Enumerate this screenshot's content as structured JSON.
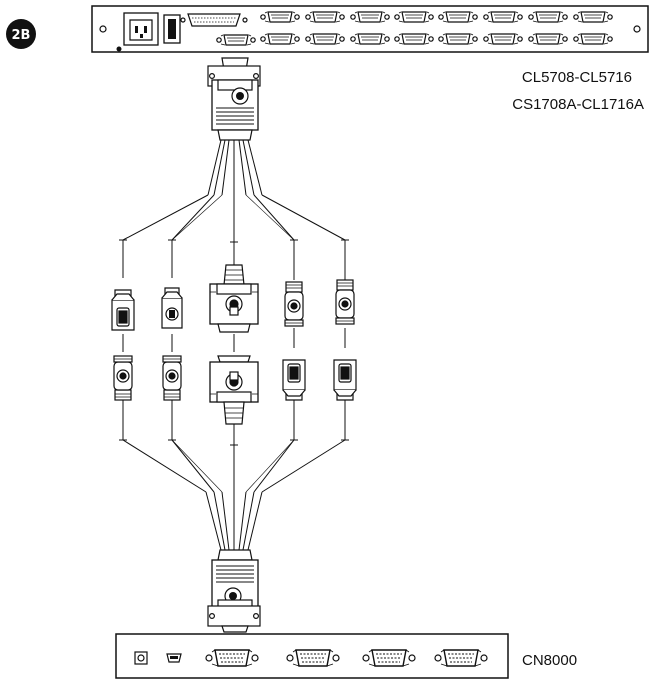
{
  "step_badge": "2B",
  "kvm_switch": {
    "model_labels": [
      "CL5708-CL5716",
      "CS1708A-CL1716A"
    ]
  },
  "extender": {
    "model_label": "CN8000"
  }
}
